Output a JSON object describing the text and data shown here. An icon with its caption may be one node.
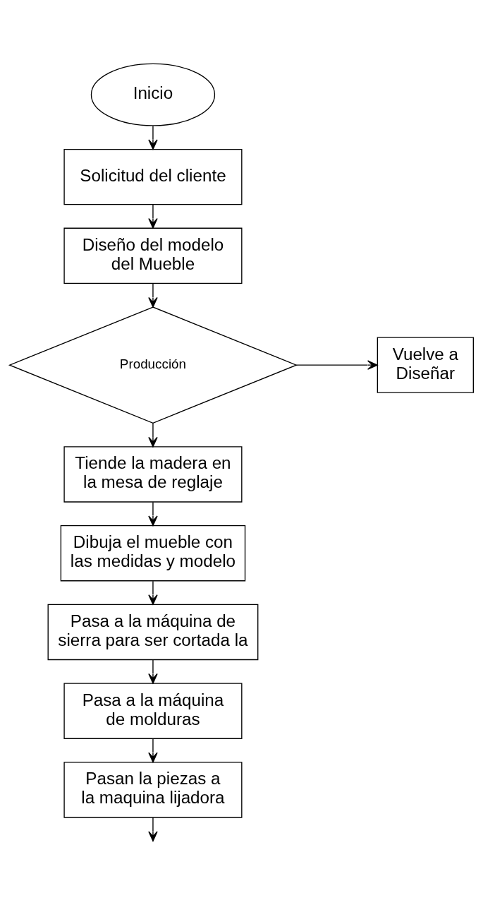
{
  "diagram": {
    "nodes": [
      {
        "text": [
          "Inicio"
        ]
      },
      {
        "text": [
          "Solicitud del cliente"
        ]
      },
      {
        "text": [
          "Diseño del modelo del Mueble"
        ]
      },
      {
        "text": [
          "Producción"
        ]
      },
      {
        "text": [
          "Vuelve a Diseñar"
        ]
      },
      {
        "text": [
          "Tiende la madera en la mesa de reglaje"
        ]
      },
      {
        "text": [
          "Dibuja el mueble con las medidas y modelo"
        ]
      },
      {
        "text": [
          "Pasa a la máquina de sierra para ser cortada la"
        ]
      },
      {
        "text": [
          "Pasa a la máquina de molduras"
        ]
      },
      {
        "text": [
          "Pasan la piezas a la maquina lijadora"
        ]
      }
    ],
    "edges": [
      {
        "from": 0,
        "to": 1,
        "arrow": "to"
      },
      {
        "from": 1,
        "to": 2,
        "arrow": "to"
      },
      {
        "from": 2,
        "to": 3,
        "arrow": "to"
      },
      {
        "from": 3,
        "to": 4,
        "arrow": "to"
      },
      {
        "from": 3,
        "to": 5,
        "arrow": "to"
      },
      {
        "from": 5,
        "to": 6,
        "arrow": "to"
      },
      {
        "from": 6,
        "to": 7,
        "arrow": "to"
      },
      {
        "from": 7,
        "to": 8,
        "arrow": "to"
      },
      {
        "from": 8,
        "to": 9,
        "arrow": "to"
      },
      {
        "from": 9,
        "to": null,
        "arrow": "to"
      }
    ]
  }
}
